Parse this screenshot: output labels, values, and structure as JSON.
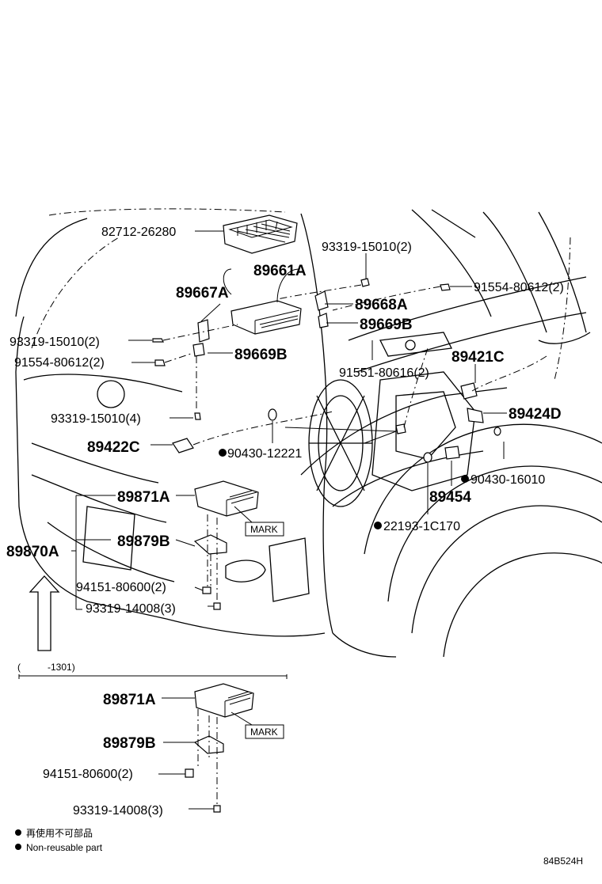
{
  "labels": {
    "p82712": "82712-26280",
    "p93319_15010_top": "93319-15010(2)",
    "p89661A": "89661A",
    "p91554_right": "91554-80612(2)",
    "p89667A": "89667A",
    "p89668A": "89668A",
    "p89669B_right": "89669B",
    "p93319_15010_left": "93319-15010(2)",
    "p89669B_left": "89669B",
    "p91554_left": "91554-80612(2)",
    "p89421C": "89421C",
    "p91551": "91551-80616(2)",
    "p93319_15010_4": "93319-15010(4)",
    "p89424D": "89424D",
    "p89422C": "89422C",
    "p90430_12221": "90430-12221",
    "p90430_16010": "90430-16010",
    "p89871A": "89871A",
    "p89454": "89454",
    "mark1": "MARK",
    "p22193": "22193-1C170",
    "p89870A": "89870A",
    "p89879B": "89879B",
    "p94151": "94151-80600(2)",
    "p93319_14008": "93319-14008(3)"
  },
  "inset": {
    "range_open": "(",
    "range_text": "-1301)",
    "p89871A": "89871A",
    "mark": "MARK",
    "p89879B": "89879B",
    "p94151": "94151-80600(2)",
    "p93319_14008": "93319-14008(3)"
  },
  "notes": {
    "japanese": "再使用不可部品",
    "english": "Non-reusable part"
  },
  "figure_id": "84B524H"
}
